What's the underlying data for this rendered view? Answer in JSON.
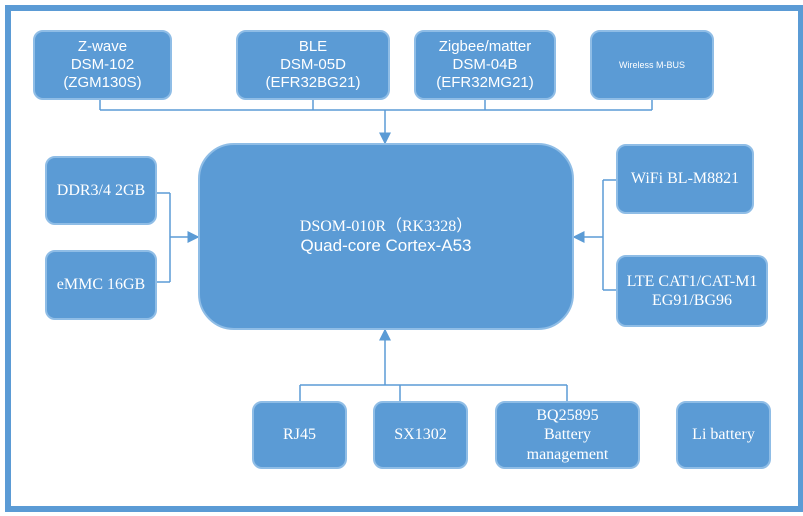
{
  "top": [
    {
      "lines": [
        "Z-wave",
        "DSM-102",
        "(ZGM130S)"
      ]
    },
    {
      "lines": [
        "BLE",
        "DSM-05D",
        "(EFR32BG21)"
      ]
    },
    {
      "lines": [
        "Zigbee/matter",
        "DSM-04B",
        "(EFR32MG21)"
      ]
    },
    {
      "lines": [
        "Wireless M-BUS"
      ]
    }
  ],
  "left": [
    {
      "lines": [
        "DDR3/4 2GB"
      ]
    },
    {
      "lines": [
        "eMMC 16GB"
      ]
    }
  ],
  "right": [
    {
      "lines": [
        "WiFi BL-M8821"
      ]
    },
    {
      "lines": [
        "LTE CAT1/CAT-M1",
        "EG91/BG96"
      ]
    }
  ],
  "bottom": [
    {
      "lines": [
        "RJ45"
      ]
    },
    {
      "lines": [
        "SX1302"
      ]
    },
    {
      "lines": [
        "BQ25895",
        "Battery",
        "management"
      ]
    },
    {
      "lines": [
        "Li battery"
      ]
    }
  ],
  "center": {
    "line1": "DSOM-010R（RK3328）",
    "line2": "Quad-core Cortex-A53"
  },
  "colors": {
    "box_fill": "#5b9bd5",
    "box_border": "#8fbde6",
    "frame": "#5b9bd5",
    "connector": "#5b9bd5"
  }
}
